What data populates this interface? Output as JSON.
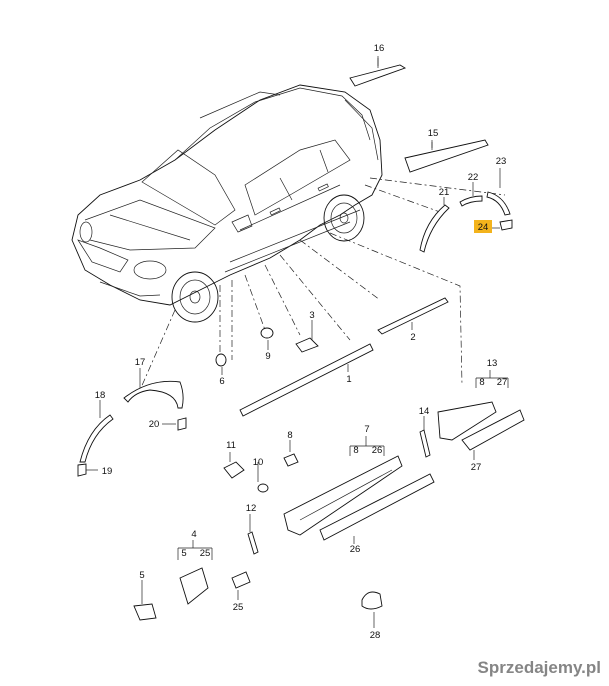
{
  "diagram": {
    "highlight_color": "#f3b31c",
    "labels": {
      "p1": "1",
      "p2": "2",
      "p3": "3",
      "p4": "4",
      "p5": "5",
      "p6": "6",
      "p7": "7",
      "p8": "8",
      "p9": "9",
      "p10": "10",
      "p11": "11",
      "p12": "12",
      "p13": "13",
      "p14": "14",
      "p15": "15",
      "p16": "16",
      "p17": "17",
      "p18": "18",
      "p19": "19",
      "p20": "20",
      "p21": "21",
      "p22": "22",
      "p23": "23",
      "p24": "24",
      "p25": "25",
      "p26": "26",
      "p27": "27",
      "p28": "28"
    },
    "sub_labels": {
      "g4a": "5",
      "g4b": "25",
      "g7a": "8",
      "g7b": "26",
      "g13a": "8",
      "g13b": "27"
    }
  },
  "watermark": {
    "text": "Sprzedajemy.pl"
  }
}
